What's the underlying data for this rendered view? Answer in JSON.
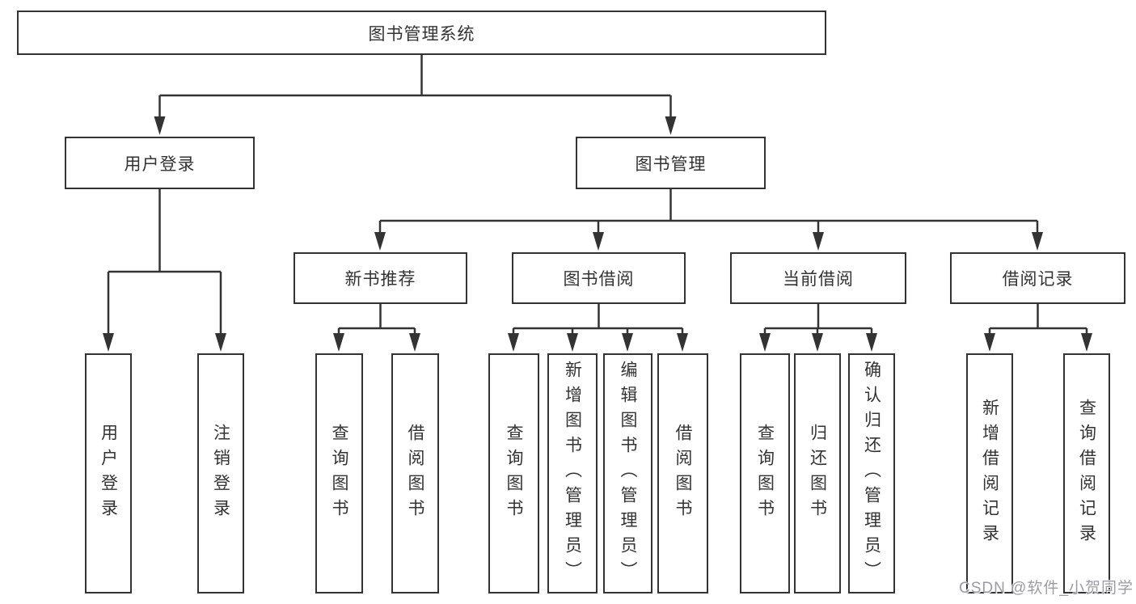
{
  "diagram": {
    "watermark": "CSDN @软件_小贺同学",
    "colors": {
      "line": "#333333",
      "text": "#333333",
      "background": "#ffffff",
      "watermark": "#97979f"
    },
    "tree": {
      "root": {
        "label": "图书管理系统"
      },
      "branches": [
        {
          "label": "用户登录",
          "leaves": [
            {
              "label": "用户登录"
            },
            {
              "label": "注销登录"
            }
          ]
        },
        {
          "label": "图书管理",
          "children": [
            {
              "label": "新书推荐",
              "leaves": [
                {
                  "label": "查询图书"
                },
                {
                  "label": "借阅图书"
                }
              ]
            },
            {
              "label": "图书借阅",
              "leaves": [
                {
                  "label": "查询图书"
                },
                {
                  "label": "新增图书（管理员）"
                },
                {
                  "label": "编辑图书（管理员）"
                },
                {
                  "label": "借阅图书"
                }
              ]
            },
            {
              "label": "当前借阅",
              "leaves": [
                {
                  "label": "查询图书"
                },
                {
                  "label": "归还图书"
                },
                {
                  "label": "确认归还（管理员）"
                }
              ]
            },
            {
              "label": "借阅记录",
              "leaves": [
                {
                  "label": "新增借阅记录"
                },
                {
                  "label": "查询借阅记录"
                }
              ]
            }
          ]
        }
      ]
    }
  }
}
